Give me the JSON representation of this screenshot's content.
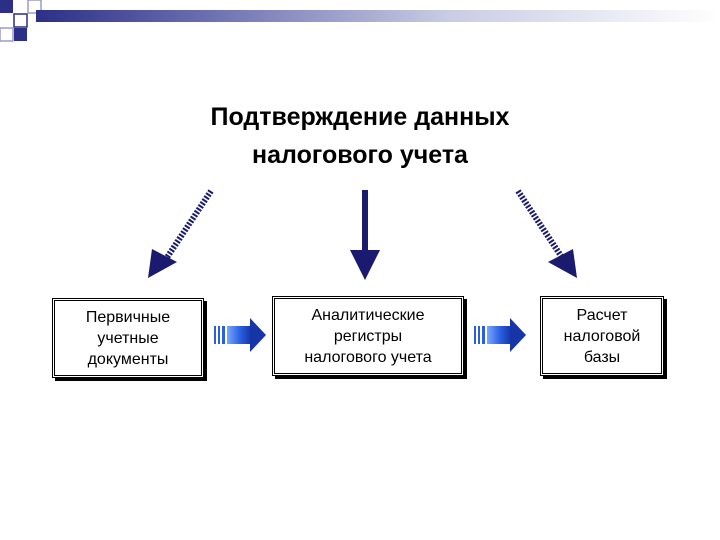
{
  "title": {
    "line1": "Подтверждение данных",
    "line2": "налогового учета"
  },
  "boxes": [
    {
      "lines": [
        "Первичные",
        "учетные",
        "документы"
      ]
    },
    {
      "lines": [
        "Аналитические",
        "регистры",
        "налогового учета"
      ]
    },
    {
      "lines": [
        "Расчет",
        "налоговой",
        "базы"
      ]
    }
  ],
  "colors": {
    "arrow_dark": "#1a1a6e",
    "arrow_blue": "#1c4ed8",
    "deco": "#2b2f86"
  }
}
